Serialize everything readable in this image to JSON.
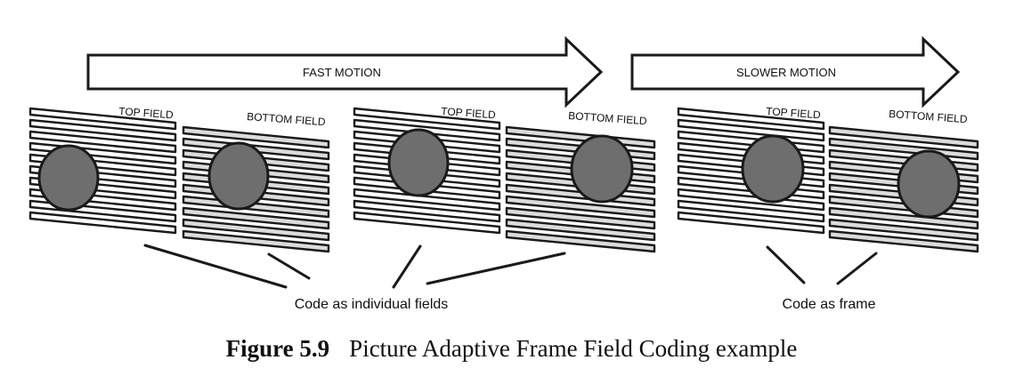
{
  "arrows": [
    {
      "label": "FAST MOTION"
    },
    {
      "label": "SLOWER MOTION"
    }
  ],
  "fields": [
    {
      "label": "TOP FIELD",
      "kind": "top"
    },
    {
      "label": "BOTTOM FIELD",
      "kind": "bottom"
    },
    {
      "label": "TOP FIELD",
      "kind": "top"
    },
    {
      "label": "BOTTOM FIELD",
      "kind": "bottom"
    },
    {
      "label": "TOP FIELD",
      "kind": "top"
    },
    {
      "label": "BOTTOM FIELD",
      "kind": "bottom"
    }
  ],
  "annotations": [
    {
      "label": "Code as individual fields"
    },
    {
      "label": "Code as frame"
    }
  ],
  "caption": {
    "number": "Figure 5.9",
    "text": "Picture Adaptive Frame Field Coding example"
  },
  "colors": {
    "stroke": "#1a1a1a",
    "top_stripe": "#ffffff",
    "bottom_stripe": "#dcdcdc",
    "object_fill": "#6e6e6e"
  }
}
